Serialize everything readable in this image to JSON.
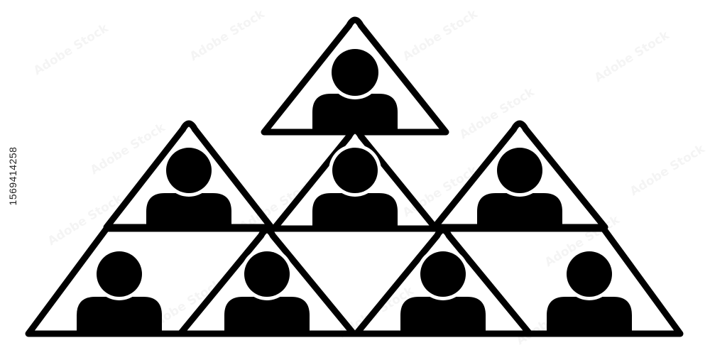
{
  "image": {
    "subject": "pyramid of triangles each containing a person icon",
    "side_id": "1569414258",
    "watermark": "Adobe Stock",
    "colors": {
      "background": "#ffffff",
      "ink": "#000000"
    },
    "icons": {
      "triangle_frame": "triangle-frame-icon",
      "person": "person-icon"
    }
  }
}
